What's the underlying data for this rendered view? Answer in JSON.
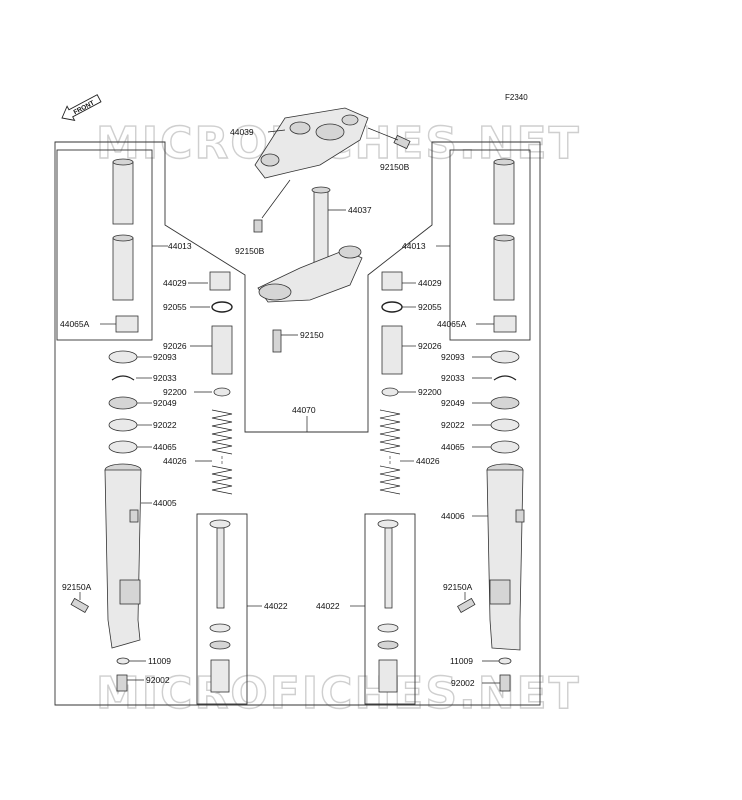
{
  "diagram": {
    "figure_code": "F2340",
    "front_label": "FRONT",
    "watermark": "MICROFICHES.NET",
    "parts": {
      "p44039": "44039",
      "p92150B_top": "92150B",
      "p92150B_left": "92150B",
      "p44037": "44037",
      "p44013_left": "44013",
      "p44013_right": "44013",
      "p44029_left": "44029",
      "p44029_right": "44029",
      "p92055_left": "92055",
      "p92055_right": "92055",
      "p92150": "92150",
      "p44065A_left": "44065A",
      "p44065A_right": "44065A",
      "p92026_left": "92026",
      "p92026_right": "92026",
      "p92093_left": "92093",
      "p92093_right": "92093",
      "p92033_left": "92033",
      "p92033_right": "92033",
      "p92200_left": "92200",
      "p92200_right": "92200",
      "p92049_left": "92049",
      "p92049_right": "92049",
      "p44070": "44070",
      "p92022_left": "92022",
      "p92022_right": "92022",
      "p44065_left": "44065",
      "p44065_right": "44065",
      "p44026_left": "44026",
      "p44026_right": "44026",
      "p44005": "44005",
      "p44006": "44006",
      "p44022_left": "44022",
      "p44022_right": "44022",
      "p92150A_left": "92150A",
      "p92150A_right": "92150A",
      "p11009_left": "11009",
      "p11009_right": "11009",
      "p92002_left": "92002",
      "p92002_right": "92002"
    }
  }
}
